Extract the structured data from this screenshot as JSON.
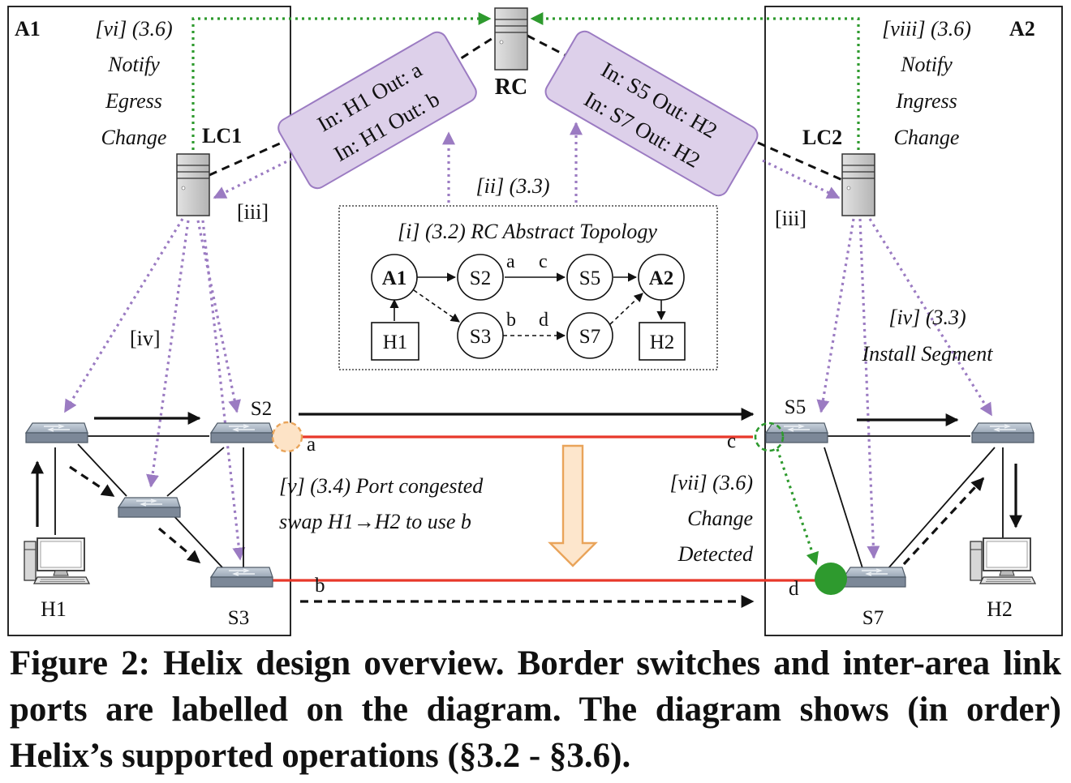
{
  "areas": {
    "a1": "A1",
    "a2": "A2"
  },
  "controllers": {
    "rc": "RC",
    "lc1": "LC1",
    "lc2": "LC2"
  },
  "rules": {
    "left": [
      "In: H1 Out: a",
      "In: H1 Out: b"
    ],
    "right": [
      "In: S5 Out: H2",
      "In: S7 Out: H2"
    ]
  },
  "steps": {
    "vi": [
      "[vi] (3.6)",
      "Notify",
      "Egress",
      "Change"
    ],
    "viii": [
      "[viii] (3.6)",
      "Notify",
      "Ingress",
      "Change"
    ],
    "ii": "[ii] (3.3)",
    "iii": "[iii]",
    "iv": "[iv]",
    "iv_right": [
      "[iv] (3.3)",
      "Install Segment"
    ],
    "v": [
      "[v] (3.4) Port congested",
      "swap H1→H2 to use b"
    ],
    "vii": [
      "[vii] (3.6)",
      "Change",
      "Detected"
    ]
  },
  "topology": {
    "title": "[i] (3.2) RC Abstract Topology",
    "nodes": {
      "a1": "A1",
      "s2": "S2",
      "s5": "S5",
      "a2": "A2",
      "s3": "S3",
      "s7": "S7",
      "h1": "H1",
      "h2": "H2"
    },
    "ports": {
      "a": "a",
      "b": "b",
      "c": "c",
      "d": "d"
    }
  },
  "switches": {
    "s2": "S2",
    "s3": "S3",
    "s5": "S5",
    "s7": "S7"
  },
  "hosts": {
    "h1": "H1",
    "h2": "H2"
  },
  "ports": {
    "a": "a",
    "b": "b",
    "c": "c",
    "d": "d"
  },
  "colors": {
    "notify_green": "#2e9a2e",
    "install_purple": "#9b7bc2",
    "rule_fill": "#ddd0ea",
    "link_red": "#e8382a",
    "arrow_fill": "#fde6cc",
    "arrow_stroke": "#e9a45a",
    "congested_port": "#fde3c6"
  },
  "caption": "Figure 2: Helix design overview. Border switches and inter-area link ports are labelled on the diagram. The diagram shows (in order) Helix’s supported operations (§3.2 - §3.6)."
}
